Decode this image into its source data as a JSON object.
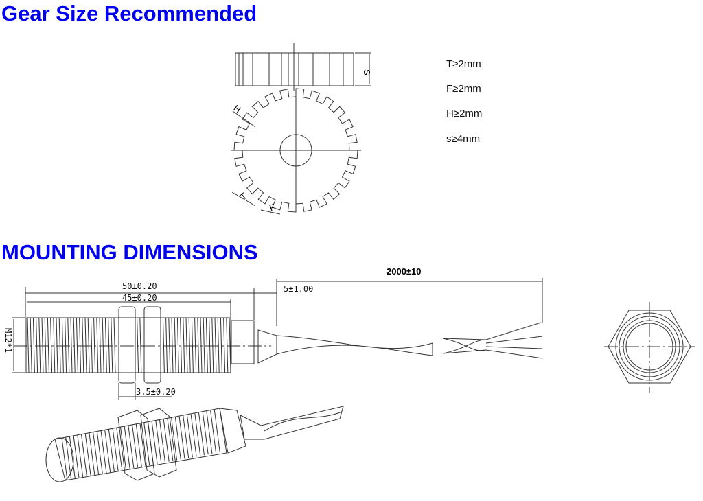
{
  "sections": {
    "gear_title": "Gear Size Recommended",
    "mounting_title": "MOUNTING DIMENSIONS"
  },
  "gear": {
    "specs": [
      "T≥2mm",
      "F≥2mm",
      "H≥2mm",
      "s≥4mm"
    ],
    "labels": {
      "s": "S",
      "h": "H",
      "t": "T",
      "f": "F"
    },
    "teeth": 24
  },
  "mounting": {
    "cable_length": "2000±10",
    "total_length": "50±0.20",
    "thread_length": "45±0.20",
    "cable_offset": "5±1.00",
    "nut_thickness": "3.5±0.20",
    "thread_spec": "M12*1"
  }
}
